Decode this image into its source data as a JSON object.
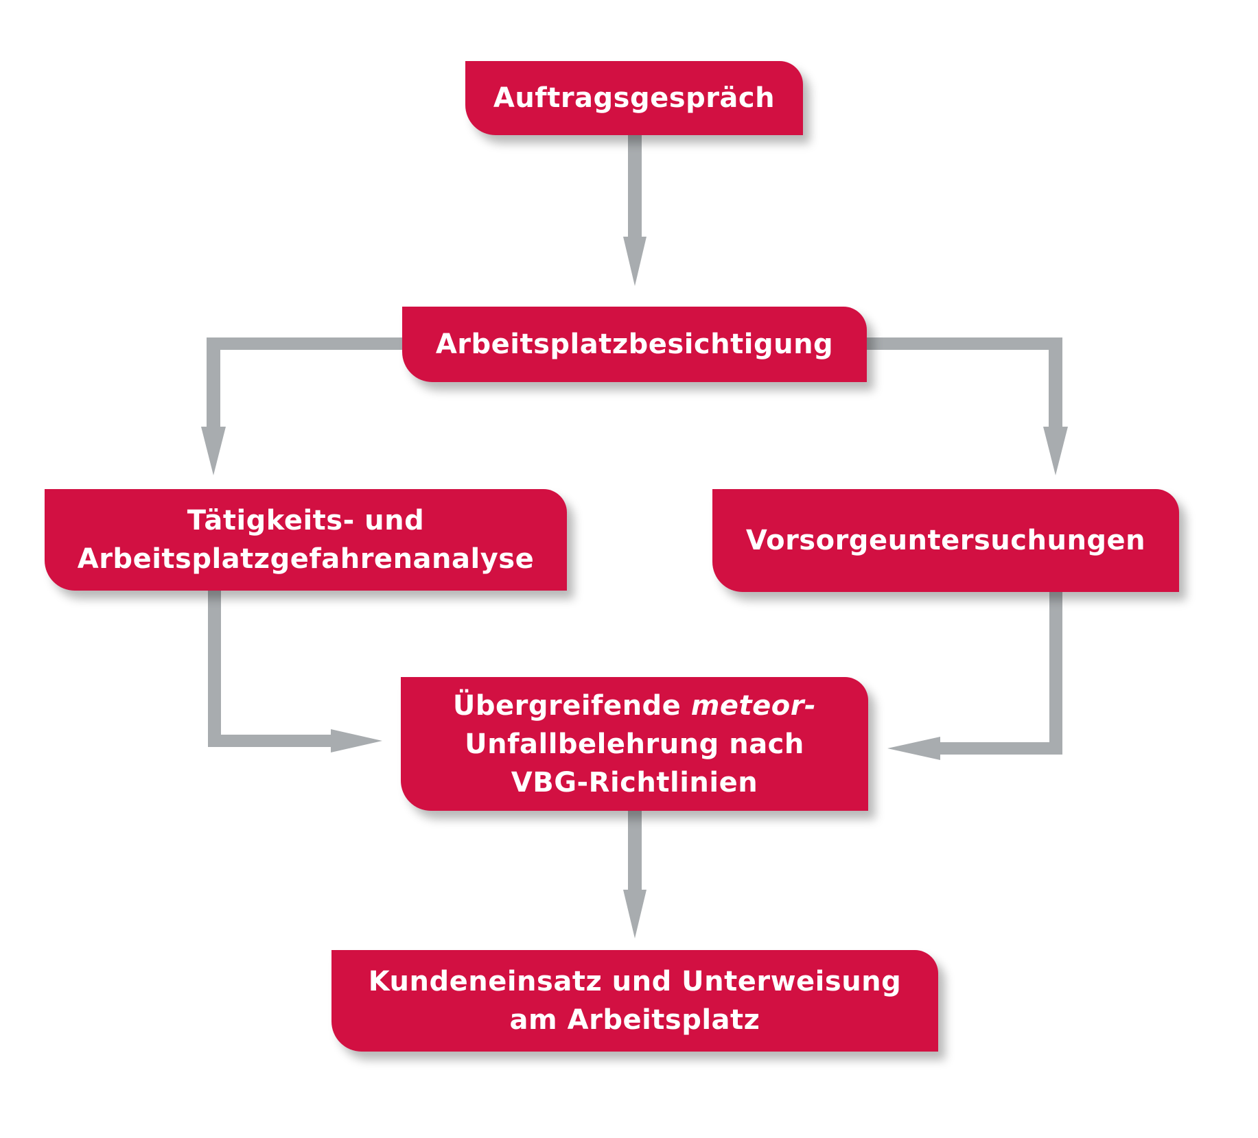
{
  "diagram": {
    "type": "flowchart",
    "colors": {
      "box_fill": "#d21042",
      "box_text": "#ffffff",
      "connector": "#a8acaf",
      "background": "#ffffff"
    },
    "nodes": [
      {
        "id": "auftrag",
        "lines": [
          "Auftragsgespräch"
        ]
      },
      {
        "id": "besichtigung",
        "lines": [
          "Arbeitsplatzbesichtigung"
        ]
      },
      {
        "id": "analyse",
        "lines": [
          "Tätigkeits- und",
          "Arbeitsplatzgefahrenanalyse"
        ]
      },
      {
        "id": "vorsorge",
        "lines": [
          "Vorsorgeuntersuchungen"
        ]
      },
      {
        "id": "belehrung",
        "line1_prefix": "Übergreifende ",
        "line1_italic": "meteor-",
        "lines": [
          "Unfallbelehrung nach",
          "VBG-Richtlinien"
        ]
      },
      {
        "id": "einsatz",
        "lines": [
          "Kundeneinsatz und Unterweisung",
          "am Arbeitsplatz"
        ]
      }
    ],
    "edges": [
      {
        "from": "auftrag",
        "to": "besichtigung"
      },
      {
        "from": "besichtigung",
        "to": "analyse"
      },
      {
        "from": "besichtigung",
        "to": "vorsorge"
      },
      {
        "from": "analyse",
        "to": "belehrung"
      },
      {
        "from": "vorsorge",
        "to": "belehrung"
      },
      {
        "from": "belehrung",
        "to": "einsatz"
      }
    ]
  }
}
